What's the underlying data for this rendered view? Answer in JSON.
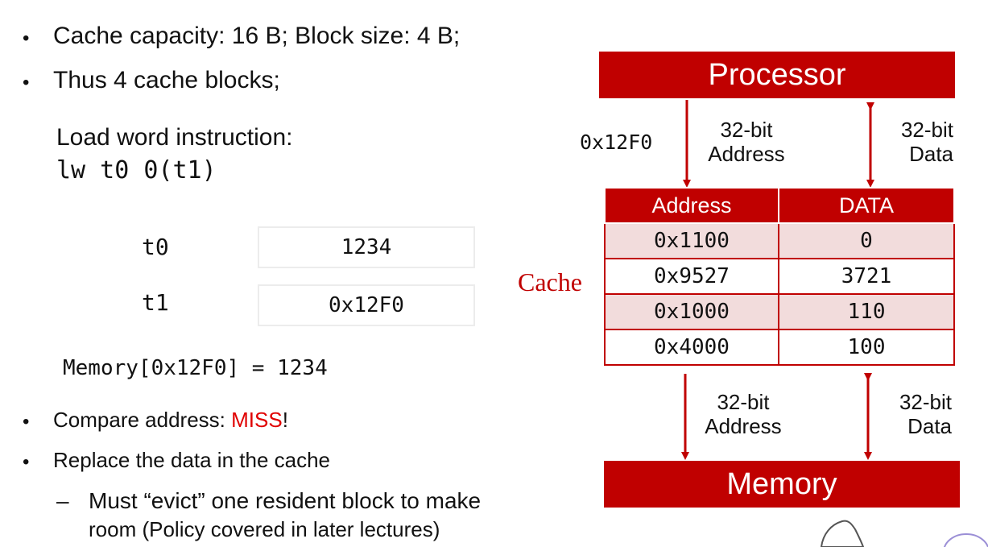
{
  "bullets_top": [
    "Cache capacity: 16 B; Block size: 4 B;",
    "Thus 4 cache blocks;"
  ],
  "instruction": {
    "label": "Load word instruction:",
    "code": "lw t0 0(t1)"
  },
  "registers": [
    {
      "name": "t0",
      "value": "1234"
    },
    {
      "name": "t1",
      "value": "0x12F0"
    }
  ],
  "memory_line": "Memory[0x12F0] = 1234",
  "bullets_bottom": [
    {
      "prefix": "Compare address: ",
      "highlight": "MISS",
      "suffix": "!"
    },
    {
      "text": "Replace the data in the cache"
    }
  ],
  "sub_bullet": {
    "dash": "–",
    "line1": "Must “evict” one resident block to make",
    "line2": "room (Policy covered in later lectures)"
  },
  "diagram": {
    "processor": "Processor",
    "memory": "Memory",
    "cache_label": "Cache",
    "request_address": "0x12F0",
    "top_addr_label": [
      "32-bit",
      "Address"
    ],
    "top_data_label": [
      "32-bit",
      "Data"
    ],
    "bottom_addr_label": [
      "32-bit",
      "Address"
    ],
    "bottom_data_label": [
      "32-bit",
      "Data"
    ],
    "table": {
      "headers": [
        "Address",
        "DATA"
      ],
      "rows": [
        [
          "0x1100",
          "0"
        ],
        [
          "0x9527",
          "3721"
        ],
        [
          "0x1000",
          "110"
        ],
        [
          "0x4000",
          "100"
        ]
      ]
    }
  },
  "colors": {
    "accent": "#c00000",
    "row_tint": "#f2dcdc"
  }
}
